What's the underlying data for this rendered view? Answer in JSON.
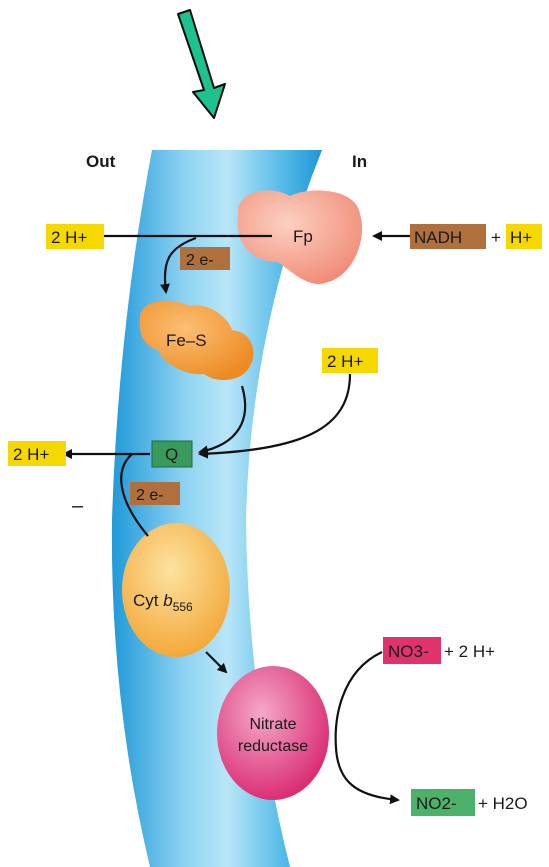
{
  "headers": {
    "out": "Out",
    "in": "In"
  },
  "left_protons_top": "2 H+",
  "left_protons_mid": "2 H+",
  "fp_label": "Fp",
  "fes_label": "Fe–S",
  "q_label": "Q",
  "electrons_top": "2 e-",
  "electrons_mid": "2 e-",
  "nadh_label": "NADH",
  "plus": "+",
  "h_plus": "H+",
  "protons_right": "2 H+",
  "cyt_label_a": "Cyt ",
  "cyt_label_b": "b",
  "cyt_label_c": "556",
  "nitrate_reductase_line1": "Nitrate",
  "nitrate_reductase_line2": "reductase",
  "nitrate_label": "NO3-",
  "nitrate_tail": "+ 2 H+",
  "nitrite_label": "NO2-",
  "water_tail": "+ H2O",
  "minus_sign": "–",
  "colors": {
    "membrane": "#29a8e0",
    "membrane_light": "#a9def5",
    "proton_box": "#f5d800",
    "electron_box": "#b0703e",
    "q_box": "#3a9a5c",
    "no3_box": "#e2326d",
    "no2_box": "#4cb26a",
    "fp": "#f6a48f",
    "fes": "#f29a3a",
    "cyt": "#f6b84a",
    "reductase": "#e2498a",
    "top_arrow": "#1ec28e"
  }
}
